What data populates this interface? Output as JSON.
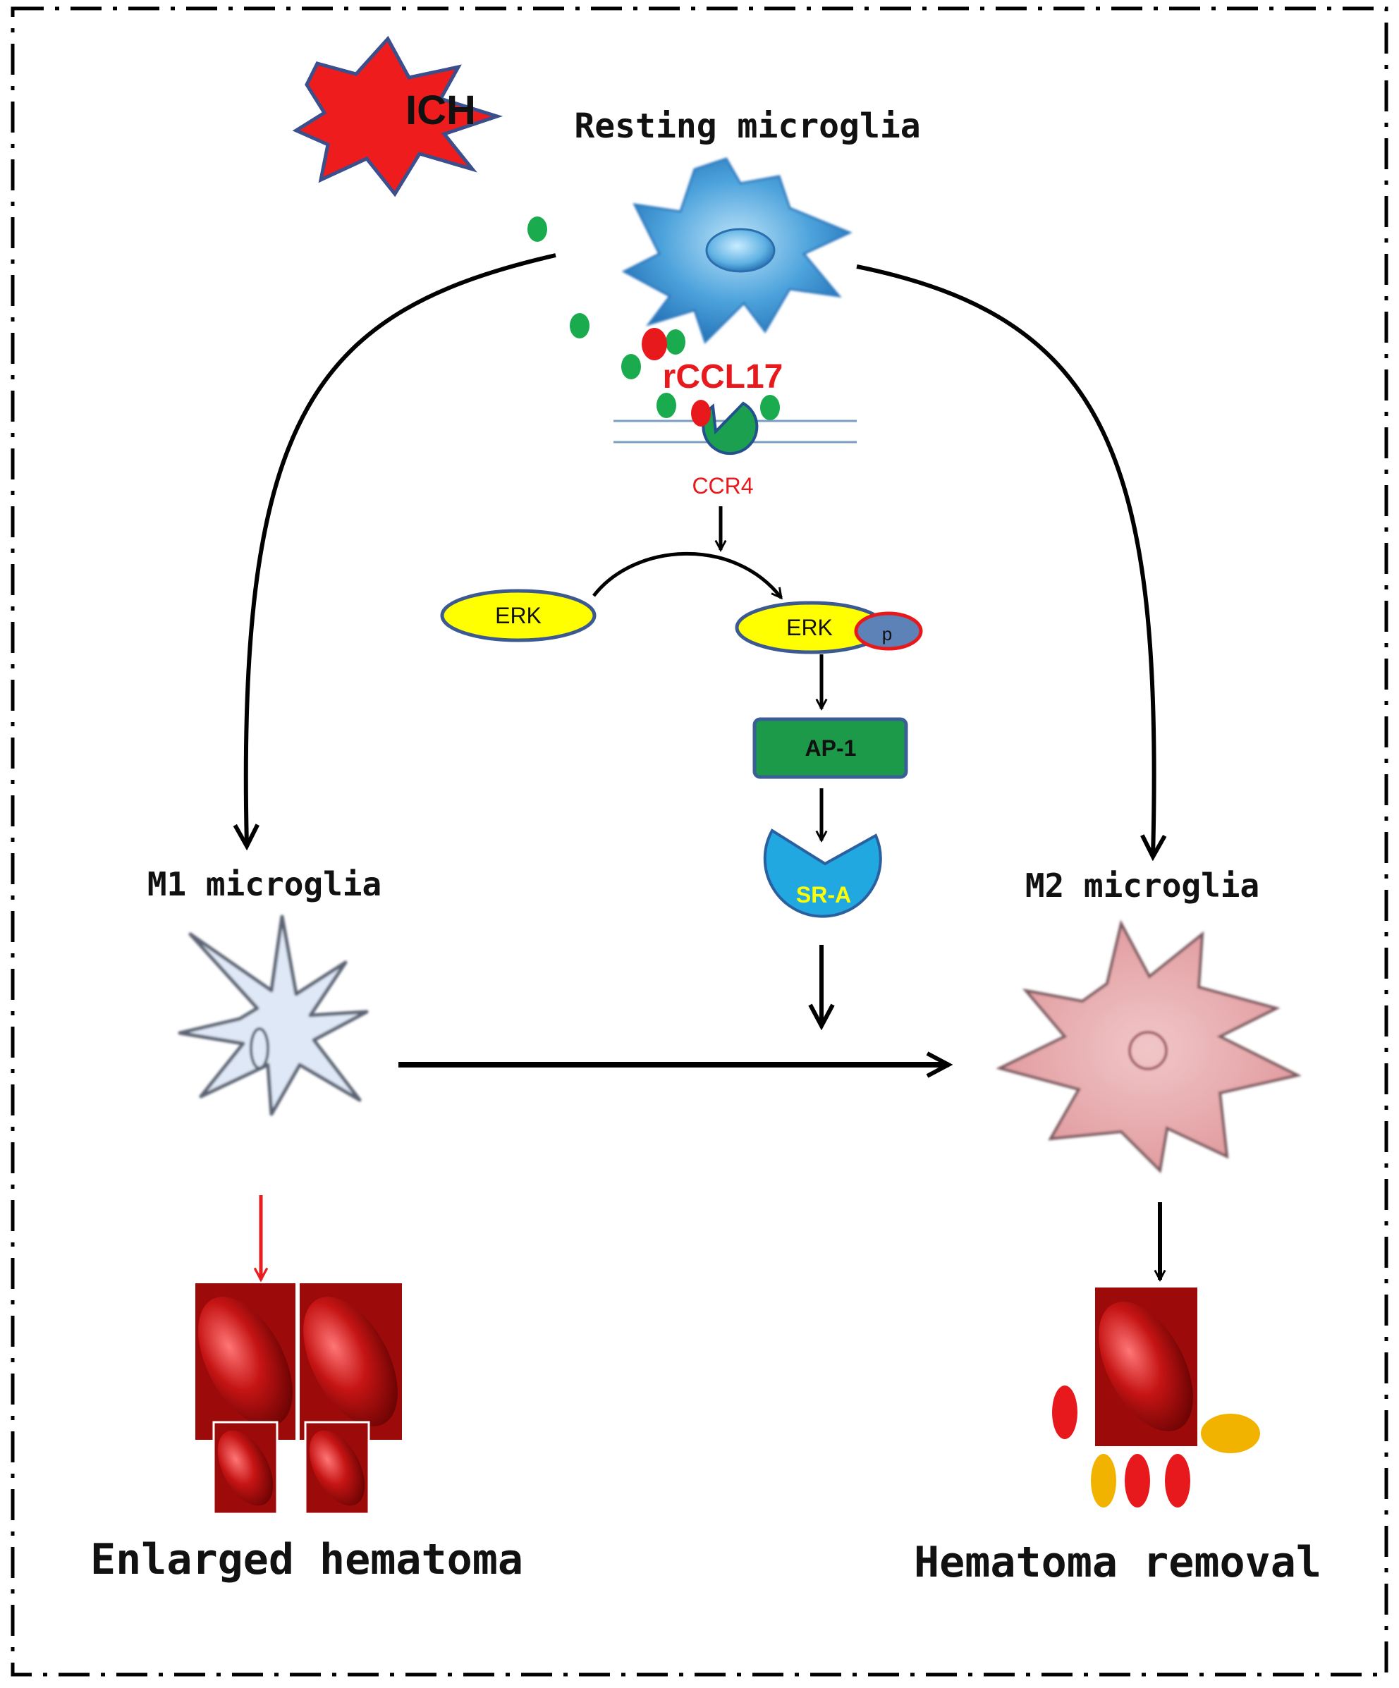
{
  "labels": {
    "ich": "ICH",
    "resting": "Resting microglia",
    "rccl17": "rCCL17",
    "ccr4": "CCR4",
    "erk_left": "ERK",
    "erk_right": "ERK",
    "phospho": "p",
    "ap1": "AP-1",
    "sra": "SR-A",
    "m1": "M1 microglia",
    "m2": "M2 microglia",
    "enlarged": "Enlarged hematoma",
    "removal": "Hematoma removal"
  },
  "colors": {
    "resting_cell": "#3a8fd0",
    "m1_cell": "#dde6f4",
    "m2_cell": "#e6a1a5",
    "ich_burst": "#ee1c1c",
    "ccl17_dot": "#1aab4f",
    "rccl17_dot": "#e8191c",
    "erk": "#ffff00",
    "ap1": "#1c9a4a",
    "sra": "#22a8e0",
    "inhibit_arrow": "#e81d1d",
    "rbc": "#9c0a0a",
    "debris_yellow": "#f2b300"
  },
  "icons": {
    "ich": "explosion-burst-icon",
    "resting": "blue-star-cell-icon",
    "m1": "ramified-cell-icon",
    "m2": "pink-star-cell-icon",
    "ccr4": "receptor-pacman-icon",
    "sra": "receptor-cup-icon",
    "rbc": "red-blood-cell-icon"
  }
}
